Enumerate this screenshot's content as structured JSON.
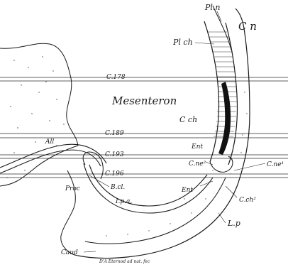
{
  "labels": {
    "pl_n": "Pl.n",
    "c_n": "C n",
    "pl_ch": "Pl ch",
    "mesenteron": "Mesenteron",
    "c_ch": "C ch",
    "c178": "C.178",
    "c189": "C.189",
    "ent_upper": "Ent",
    "all": "All",
    "c193": "C.193",
    "c_ne2": "C.ne²",
    "c_ne1": "C.ne¹",
    "c196": "C.196",
    "proc": "Proc",
    "b_cl": "B.cl.",
    "ent_lower": "Ent",
    "c_ch2": "C.ch²",
    "ip_a": "I.p.a.",
    "l_p": "L.p",
    "caud": "Caud",
    "credit": "D'A Eternod ad nat. fec"
  }
}
